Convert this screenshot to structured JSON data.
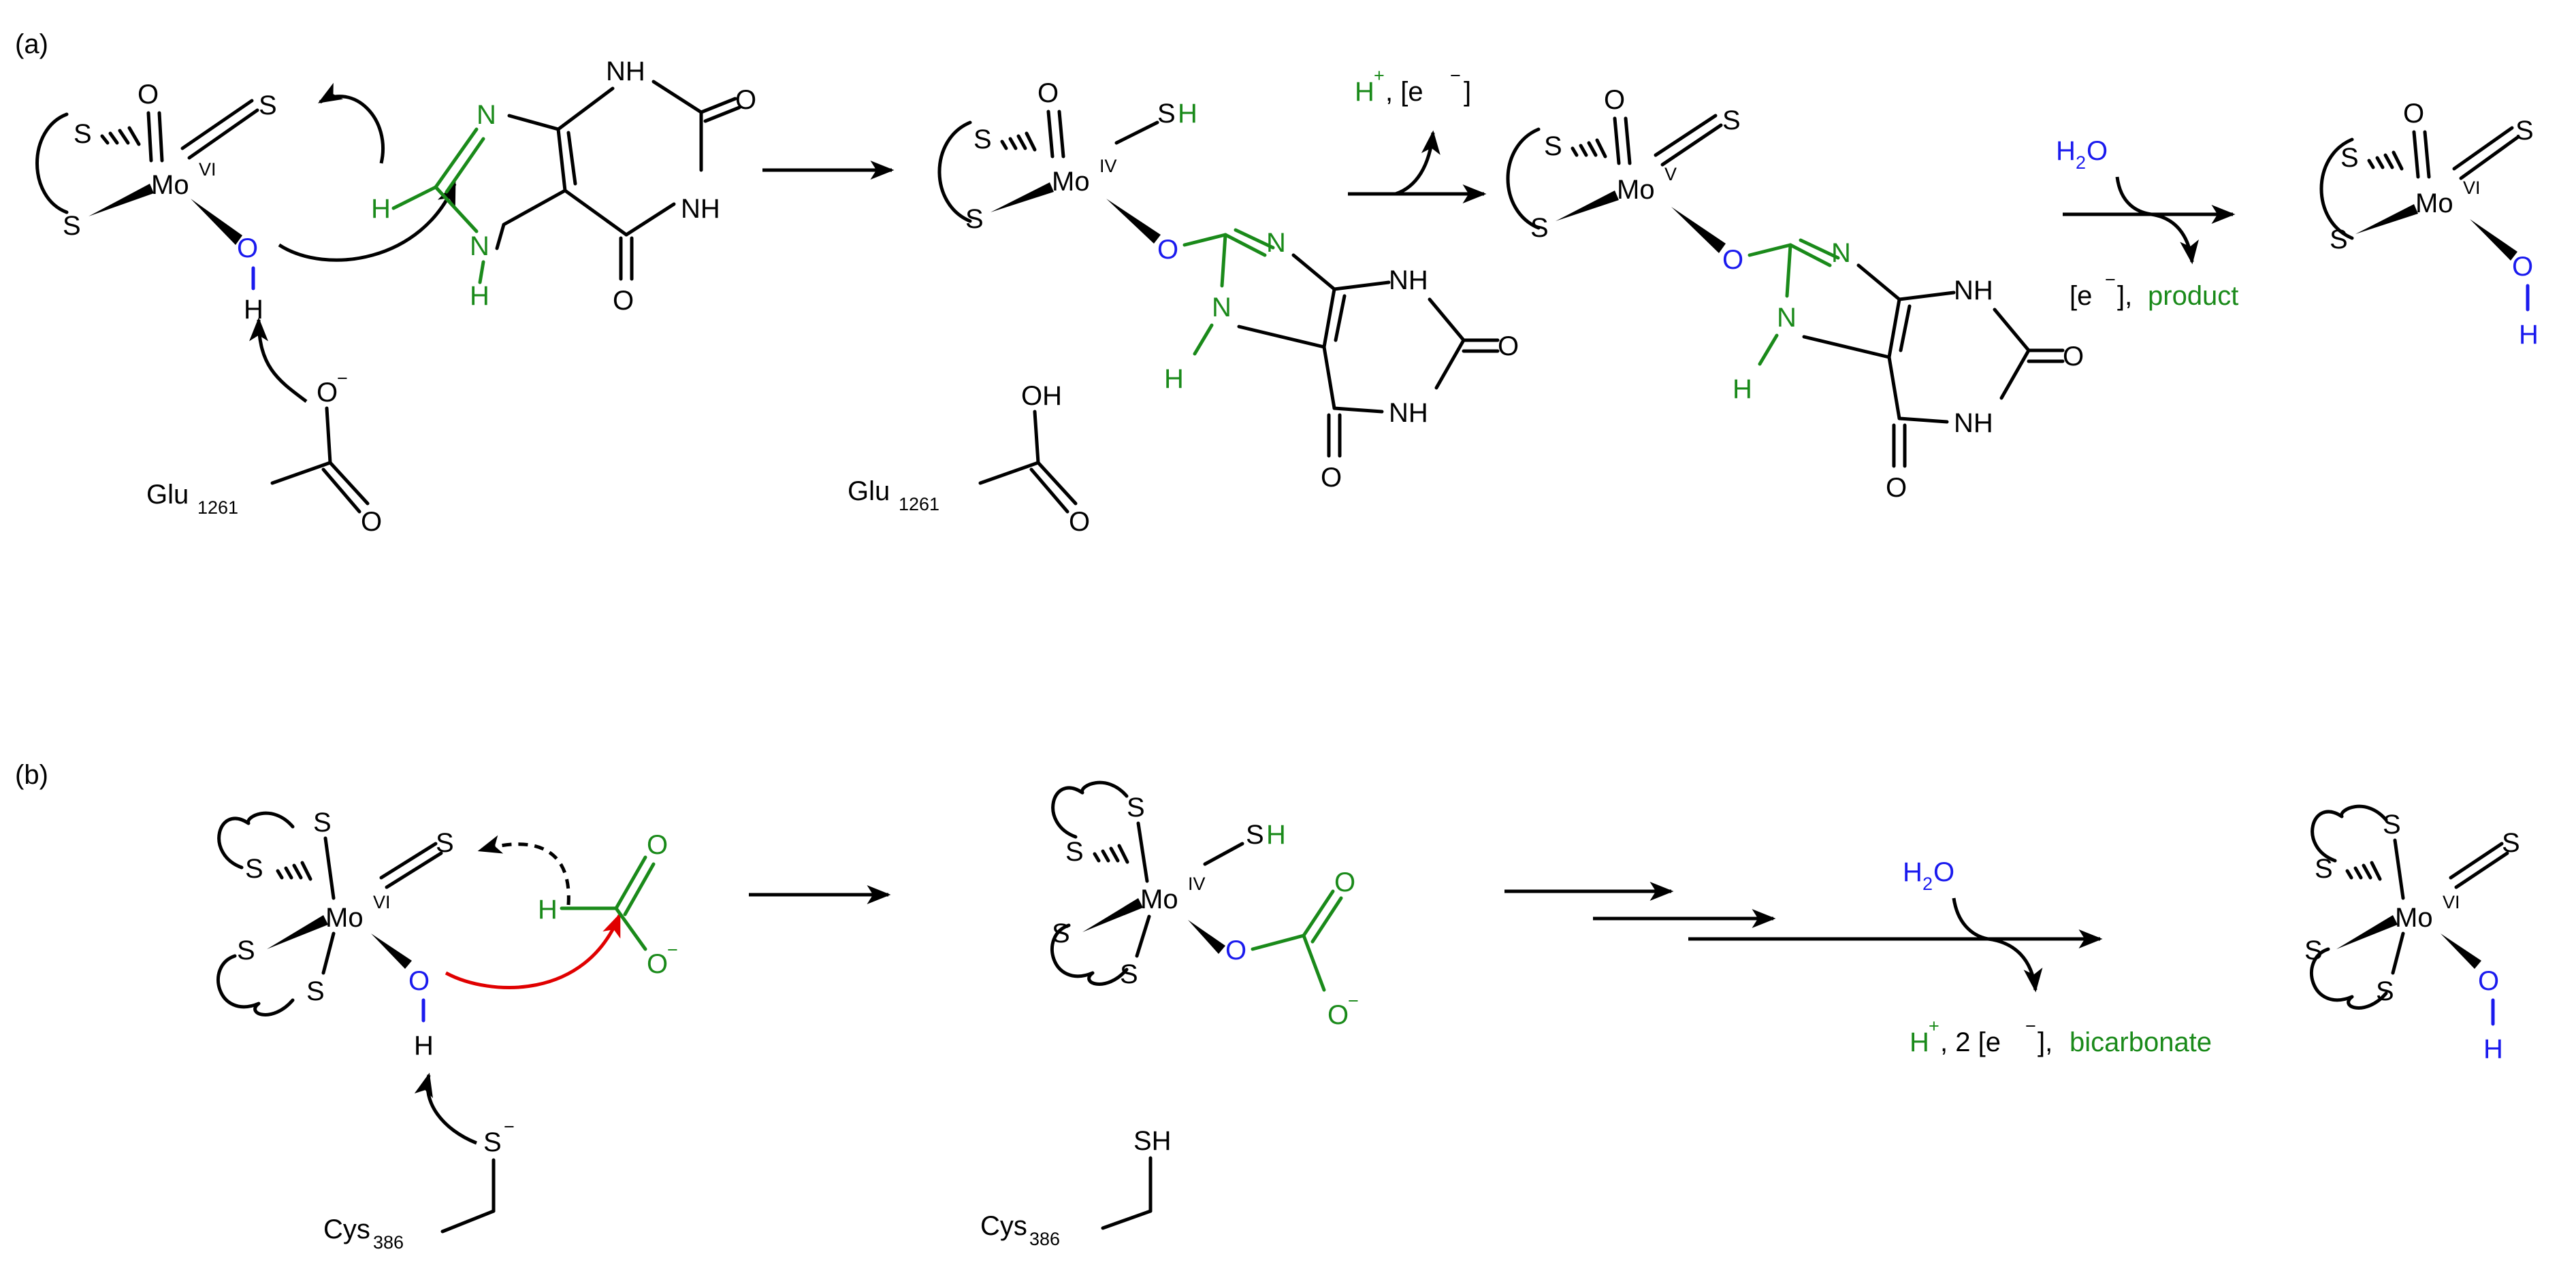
{
  "panel_a": {
    "label": "(a)",
    "s1": {
      "S": "S",
      "O": "O",
      "Mo": "Mo",
      "ox": "VI",
      "OH_O": "O",
      "OH_H": "H",
      "xan_H": "H",
      "xan_N1": "N",
      "xan_NH_top": "NH",
      "xan_O_right": "O",
      "xan_NH_right": "NH",
      "xan_O_bottom": "O",
      "xan_N_bottom": "N",
      "xan_H_bottom": "H",
      "glu_O": "O",
      "glu_minus": "−",
      "glu": "Glu",
      "glu_sub": "1261",
      "glu_O2": "O"
    },
    "s2": {
      "S": "S",
      "O": "O",
      "Mo": "Mo",
      "ox": "IV",
      "SH_S": "S",
      "SH_H": "H",
      "O_link": "O",
      "N_top": "N",
      "NH_top": "NH",
      "O_right": "O",
      "NH_bottom": "NH",
      "O_bottom": "O",
      "N_H_N": "N",
      "N_H_H": "H",
      "glu_OH": "OH",
      "glu": "Glu",
      "glu_sub": "1261",
      "glu_O": "O"
    },
    "arrow1_reagent_top": "H",
    "arrow1_reagent_plus": "+",
    "arrow1_reagent_e": ", [e",
    "arrow1_reagent_minus": "−",
    "arrow1_reagent_close": "]",
    "s3": {
      "S": "S",
      "O": "O",
      "Mo": "Mo",
      "ox": "V",
      "O_link": "O",
      "N_top": "N",
      "NH_top": "NH",
      "O_right": "O",
      "NH_bottom": "NH",
      "O_bottom": "O",
      "N_H_N": "N",
      "N_H_H": "H"
    },
    "arrow2_reagent_top": "H",
    "arrow2_reagent_sub": "2",
    "arrow2_reagent_O": "O",
    "arrow2_product_e": "[e",
    "arrow2_product_minus": "−",
    "arrow2_product_close": "], ",
    "arrow2_product": "product",
    "s4": {
      "S": "S",
      "O": "O",
      "Mo": "Mo",
      "ox": "VI",
      "OH_O": "O",
      "OH_H": "H"
    }
  },
  "panel_b": {
    "label": "(b)",
    "s1": {
      "S": "S",
      "Mo": "Mo",
      "ox": "VI",
      "OH_O": "O",
      "OH_H": "H",
      "form_H": "H",
      "form_O": "O",
      "form_Om": "O",
      "form_minus": "−",
      "cys_S": "S",
      "cys_minus": "−",
      "cys": "Cys",
      "cys_sub": "386"
    },
    "s2": {
      "S": "S",
      "Mo": "Mo",
      "ox": "IV",
      "SH_S": "S",
      "SH_H": "H",
      "O_link": "O",
      "carb_O": "O",
      "carb_Om": "O",
      "carb_minus": "−",
      "cys_SH": "SH",
      "cys": "Cys",
      "cys_sub": "386"
    },
    "arrow_reagent_top": "H",
    "arrow_reagent_sub": "2",
    "arrow_reagent_O": "O",
    "arrow_product_H": "H",
    "arrow_product_plus": "+",
    "arrow_product_e": ", 2 [e",
    "arrow_product_minus": "−",
    "arrow_product_close": "], ",
    "arrow_product": "bicarbonate",
    "s3": {
      "S": "S",
      "Mo": "Mo",
      "ox": "VI",
      "OH_O": "O",
      "OH_H": "H"
    }
  },
  "colors": {
    "black": "#000000",
    "green": "#1a8a1a",
    "blue": "#1a1aee",
    "red": "#e00000"
  }
}
